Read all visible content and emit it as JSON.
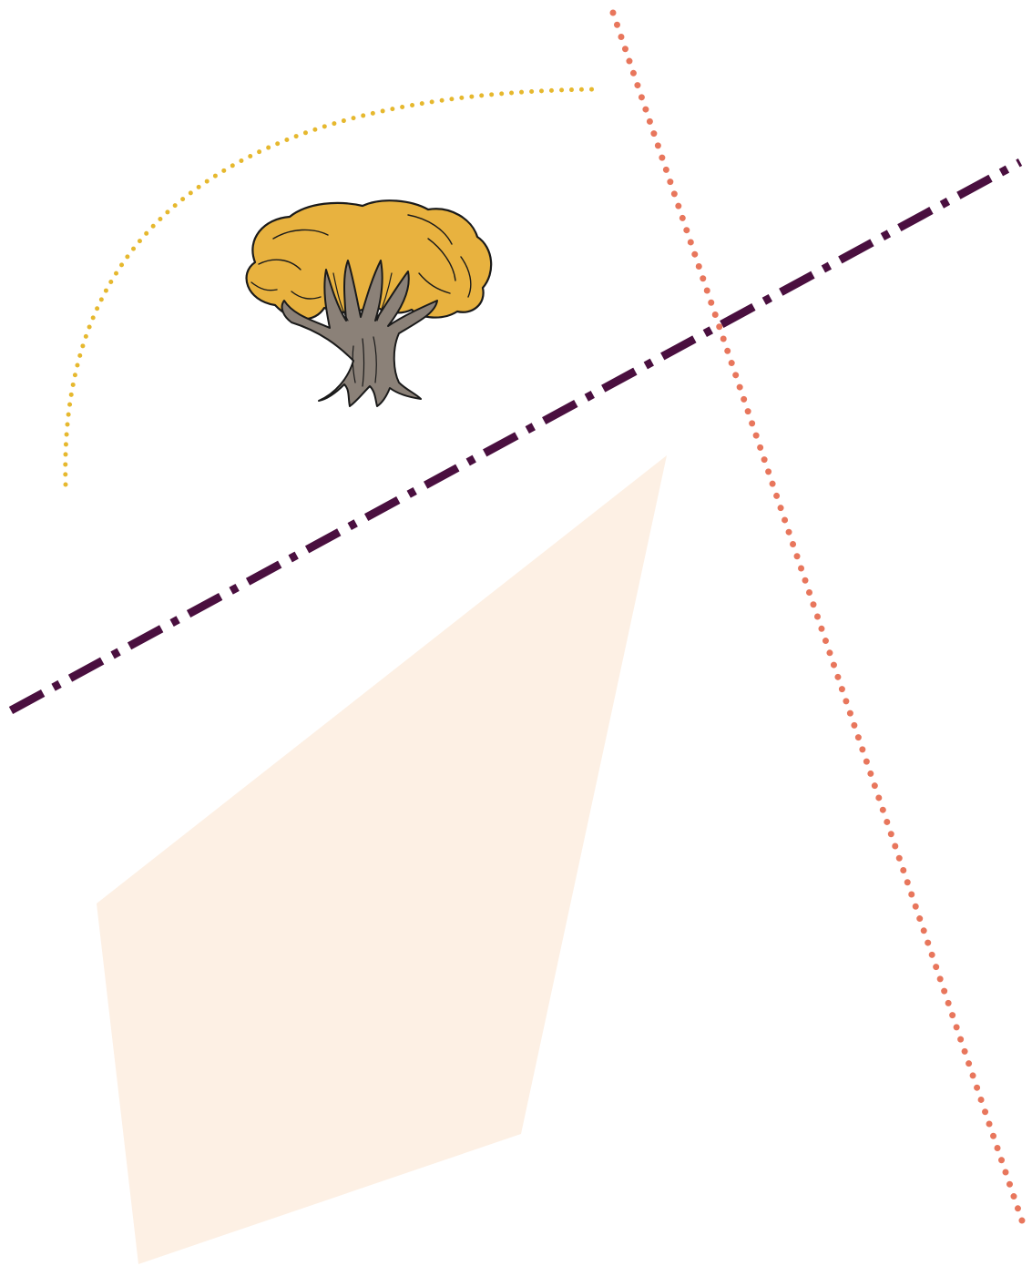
{
  "scene": {
    "background_color": "#ffffff",
    "elements": [
      {
        "name": "dotted-arc",
        "kind": "arc",
        "line_style": "dotted",
        "color": "#e6b82e"
      },
      {
        "name": "tree-icon",
        "kind": "illustration",
        "depicts": "tree",
        "foliage_color": "#e8b23f",
        "trunk_color": "#8b8178",
        "outline_color": "#1a1a1a"
      },
      {
        "name": "dash-dot-line",
        "kind": "line",
        "line_style": "dash-dot",
        "color": "#4a0f3f"
      },
      {
        "name": "dotted-line",
        "kind": "line",
        "line_style": "dotted",
        "color": "#e8765c"
      },
      {
        "name": "quadrilateral-shape",
        "kind": "polygon",
        "fill_color": "#fdf0e4"
      }
    ]
  }
}
